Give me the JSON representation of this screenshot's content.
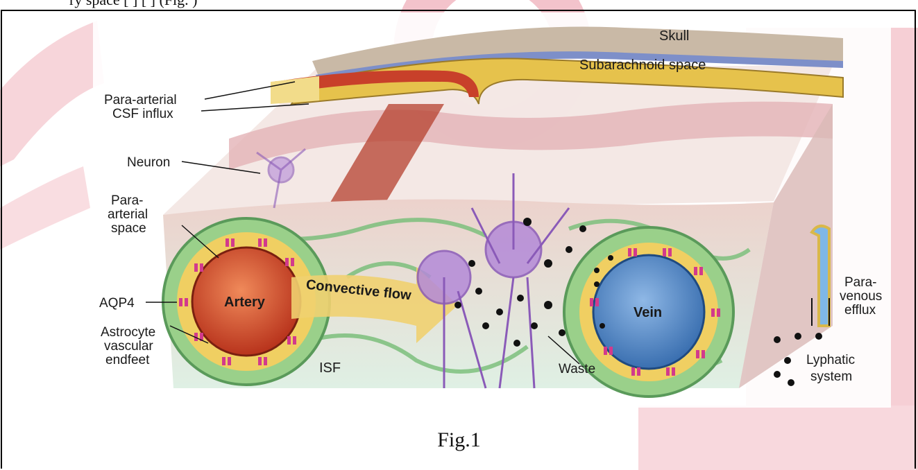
{
  "header_text": "ry space   [ ]   [ ]   (Fig. )",
  "labels": {
    "skull": "Skull",
    "subarachnoid": "Subarachnoid space",
    "para_arterial_influx_1": "Para-arterial",
    "para_arterial_influx_2": "CSF influx",
    "neuron": "Neuron",
    "para_arterial_space_1": "Para-",
    "para_arterial_space_2": "arterial",
    "para_arterial_space_3": "space",
    "aqp4": "AQP4",
    "astrocyte_1": "Astrocyte",
    "astrocyte_2": "vascular",
    "astrocyte_3": "endfeet",
    "artery": "Artery",
    "convective": "Convective flow",
    "isf": "ISF",
    "waste": "Waste",
    "vein": "Vein",
    "para_venous_1": "Para-",
    "para_venous_2": "venous",
    "para_venous_3": "efflux",
    "lymphatic_1": "Lyphatic",
    "lymphatic_2": "system"
  },
  "caption": "Fig.1",
  "colors": {
    "watermark": "#f4c9cf",
    "tissue": "#e8c2bb",
    "astrocyte": "#8fc98a",
    "artery": "#d2492b",
    "vein": "#4a86c8",
    "aqp4": "#d23a8c",
    "csf": "#e6c84c",
    "neuron": "#b48ad8"
  }
}
